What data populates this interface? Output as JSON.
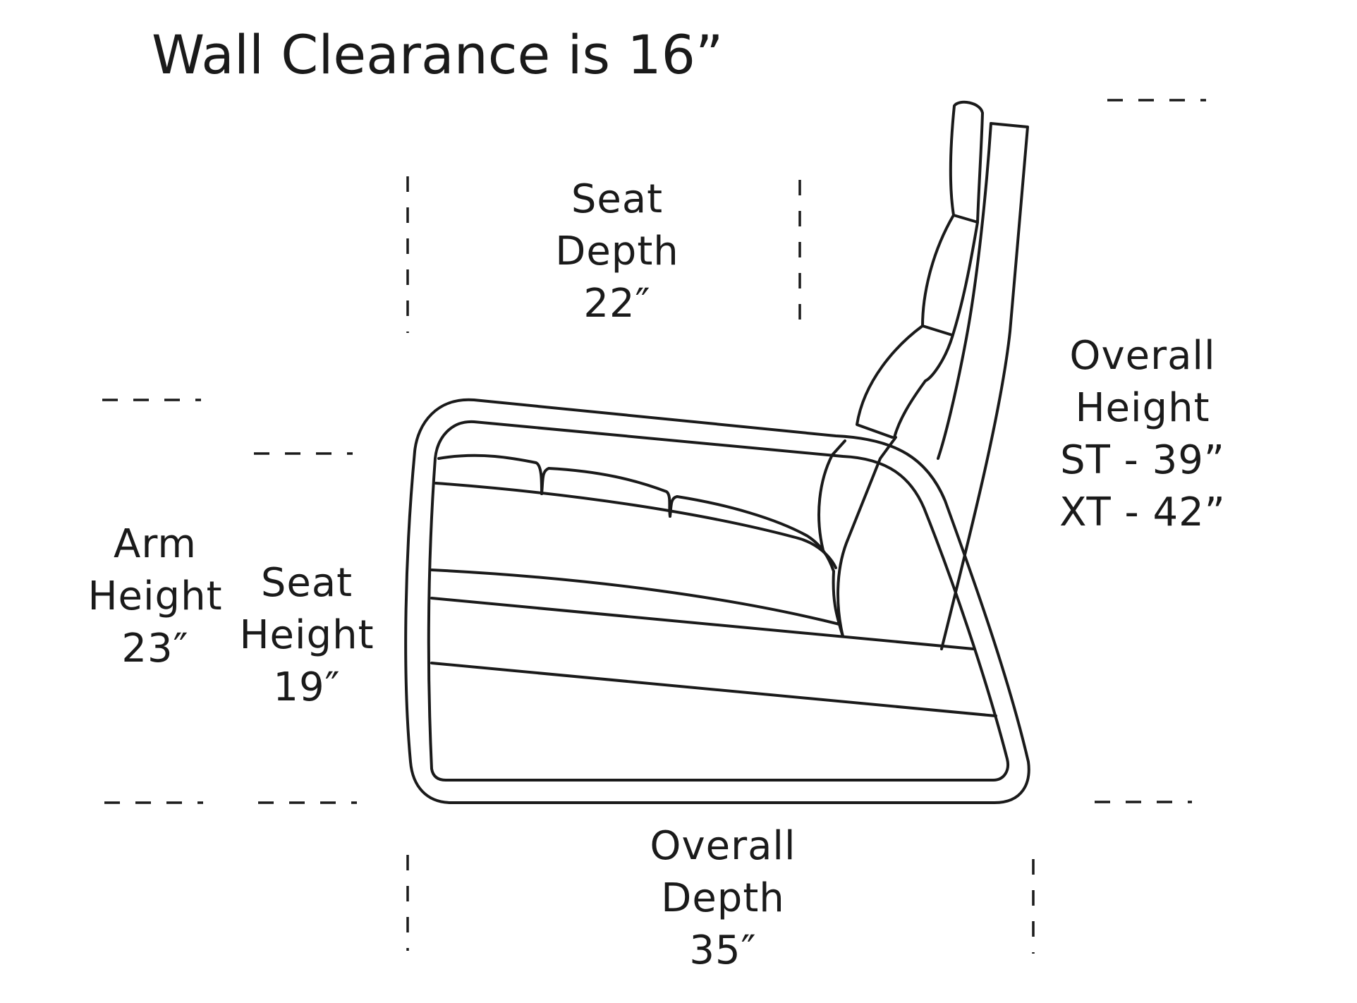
{
  "title": "Wall Clearance is 16”",
  "labels": {
    "seat_depth": [
      "Seat",
      "Depth",
      "22″"
    ],
    "overall_height": [
      "Overall",
      "Height",
      "ST - 39”",
      "XT - 42”"
    ],
    "arm_height": [
      "Arm",
      "Height",
      "23″"
    ],
    "seat_height": [
      "Seat",
      "Height",
      "19″"
    ],
    "overall_depth": [
      "Overall",
      "Depth",
      "35″"
    ]
  },
  "colors": {
    "line": "#1a1a1a",
    "background": "#ffffff"
  }
}
